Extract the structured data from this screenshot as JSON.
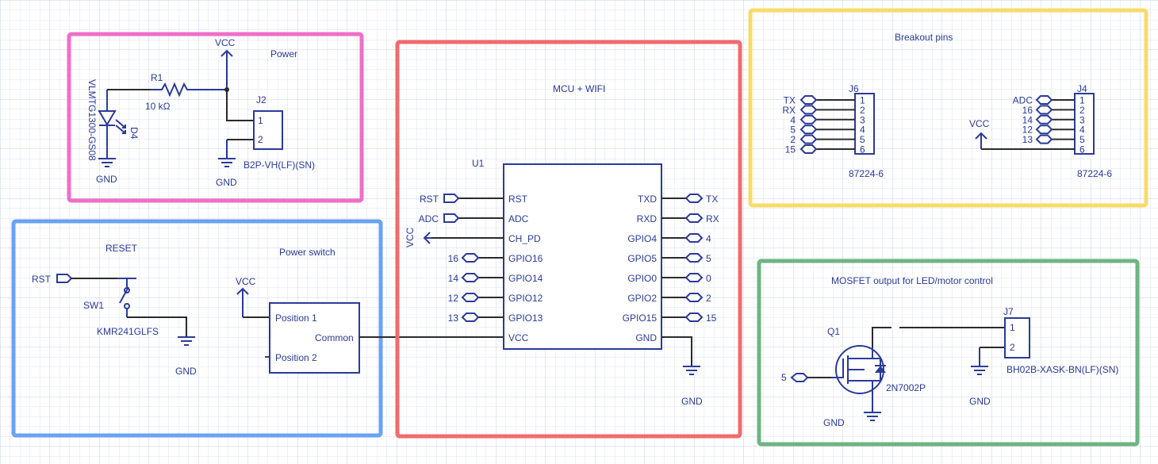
{
  "colors": {
    "grid_minor": "#dde3f0",
    "grid_major": "#c9d1e6",
    "symbol": "#2a3a9a",
    "wire": "#2b2b2b",
    "power_box": "#f06ec8",
    "reset_box": "#6aa2f5",
    "mcu_box": "#f26b6b",
    "breakout_box": "#f7dc6a",
    "mosfet_box": "#6eb582"
  },
  "blocks": {
    "power": {
      "title": "Power",
      "vcc": "VCC",
      "r1_ref": "R1",
      "r1_value": "10 kΩ",
      "led_part": "VLMTG1300-GS08",
      "led_ref": "D4",
      "gnd_led": "GND",
      "gnd_conn": "GND",
      "j2_ref": "J2",
      "j2_pins": [
        "1",
        "2"
      ],
      "j2_part": "B2P-VH(LF)(SN)"
    },
    "reset": {
      "title": "RESET",
      "rst_label": "RST",
      "sw_ref": "SW1",
      "sw_part": "KMR241GLFS",
      "gnd": "GND"
    },
    "power_switch": {
      "title": "Power switch",
      "vcc": "VCC",
      "position1": "Position 1",
      "position2": "Position 2",
      "common": "Common"
    },
    "mcu": {
      "title": "MCU + WIFI",
      "ref": "U1",
      "left_pins": [
        "RST",
        "ADC",
        "CH_PD",
        "GPIO16",
        "GPIO14",
        "GPIO12",
        "GPIO13",
        "VCC"
      ],
      "right_pins": [
        "TXD",
        "RXD",
        "GPIO4",
        "GPIO5",
        "GPIO0",
        "GPIO2",
        "GPIO15",
        "GND"
      ],
      "left_labels": [
        "RST",
        "ADC",
        "VCC",
        "16",
        "14",
        "12",
        "13"
      ],
      "right_labels": [
        "TX",
        "RX",
        "4",
        "5",
        "0",
        "2",
        "15"
      ],
      "gnd": "GND"
    },
    "breakout": {
      "title": "Breakout pins",
      "j6_ref": "J6",
      "j6_part": "87224-6",
      "j6_labels": [
        "TX",
        "RX",
        "4",
        "5",
        "2",
        "15"
      ],
      "j4_ref": "J4",
      "j4_part": "87224-6",
      "j4_labels": [
        "ADC",
        "16",
        "14",
        "12",
        "13"
      ],
      "vcc": "VCC",
      "pin_numbers": [
        "1",
        "2",
        "3",
        "4",
        "5",
        "6"
      ]
    },
    "mosfet": {
      "title": "MOSFET output for LED/motor control",
      "q_ref": "Q1",
      "q_part": "2N7002P",
      "input_label": "5",
      "gnd_q": "GND",
      "gnd_j7": "GND",
      "j7_ref": "J7",
      "j7_pins": [
        "1",
        "2"
      ],
      "j7_part": "BH02B-XASK-BN(LF)(SN)"
    }
  }
}
